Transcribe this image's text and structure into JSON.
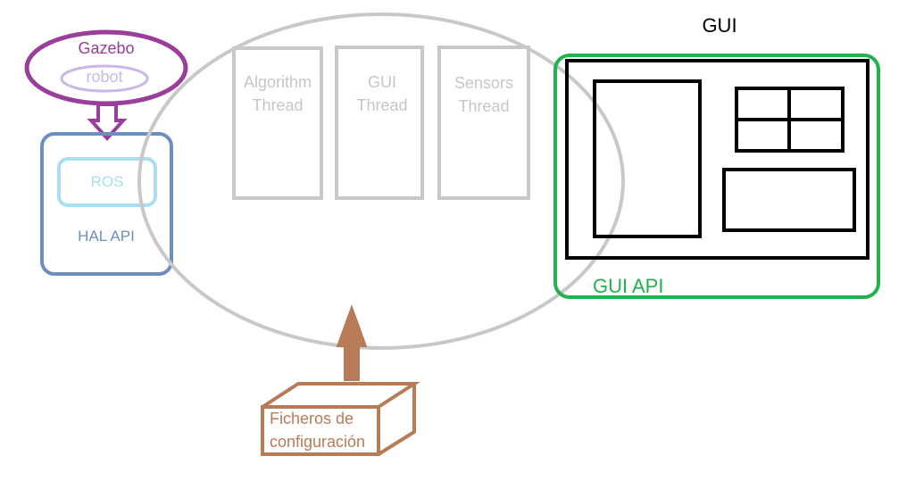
{
  "gazebo": {
    "title": "Gazebo",
    "robot_label": "robot"
  },
  "hal": {
    "ros_label": "ROS",
    "api_label": "HAL API"
  },
  "threads": [
    {
      "line1": "Algorithm",
      "line2": "Thread"
    },
    {
      "line1": "GUI",
      "line2": "Thread"
    },
    {
      "line1": "Sensors",
      "line2": "Thread"
    }
  ],
  "gui": {
    "title": "GUI",
    "api_label": "GUI API"
  },
  "config": {
    "line1": "Ficheros de",
    "line2": "configuración"
  },
  "colors": {
    "gazebo": "#9b3d9b",
    "robot": "#c9b8e6",
    "hal": "#6d8ebf",
    "ros": "#a7dff0",
    "threads": "#c8c8c8",
    "gui_api": "#22b14c",
    "gui_window": "#000000",
    "config": "#b87b57"
  }
}
